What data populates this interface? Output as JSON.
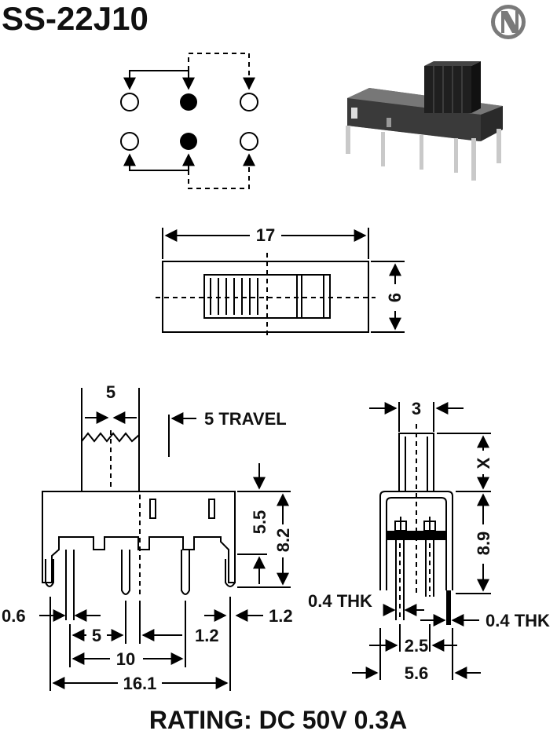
{
  "title": "SS-22J10",
  "logo_letter": "N",
  "rating": "RATING: DC 50V 0.3A",
  "dimensions": {
    "length": "17",
    "width": "6",
    "knob_width": "5",
    "travel": "5 TRAVEL",
    "knob_thk": "3",
    "knob_height": "X",
    "body_height": "8.9",
    "upper_h": "5.5",
    "total_h": "8.2",
    "pin_w_left": "0.6",
    "pin_w_right": "1.2",
    "pitch": "5",
    "inner_gap": "1.2",
    "pin_span": "10",
    "overall": "16.1",
    "thk_left": "0.4 THK",
    "thk_right": "0.4 THK",
    "row_pitch": "2.5",
    "row_span": "5.6"
  },
  "colors": {
    "line": "#000000",
    "body": "#2b2b2b",
    "pin": "#c9c9c9"
  }
}
